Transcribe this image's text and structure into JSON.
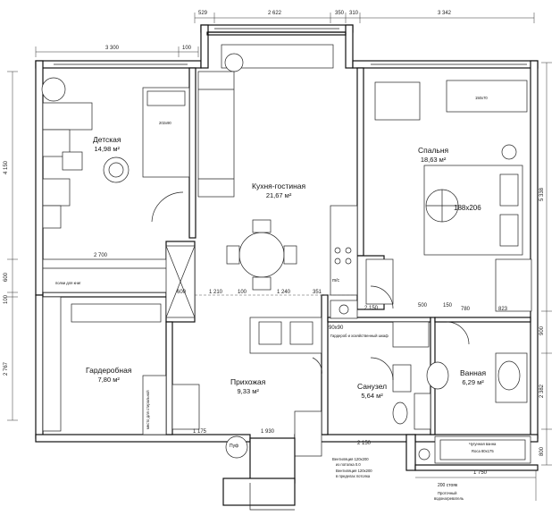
{
  "rooms": {
    "kids": {
      "name": "Детская",
      "area": "14,98 м²"
    },
    "kitchen": {
      "name": "Кухня-гостиная",
      "area": "21,67 м²"
    },
    "bedroom": {
      "name": "Спальня",
      "area": "18,63 м²"
    },
    "wardrobe": {
      "name": "Гардеробная",
      "area": "7,80 м²"
    },
    "hall": {
      "name": "Прихожая",
      "area": "9,33 м²"
    },
    "wc": {
      "name": "Санузел",
      "area": "5,64 м²"
    },
    "bath": {
      "name": "Ванная",
      "area": "6,29 м²"
    }
  },
  "dims_top": {
    "d529": "529",
    "d2622": "2 622",
    "d350": "350",
    "d310": "310",
    "d3342": "3 342",
    "d3300": "3 300",
    "d100": "100"
  },
  "dims_left": {
    "d4150": "4 150",
    "d600": "600",
    "d100l": "100",
    "d2767": "2 767"
  },
  "dims_right": {
    "d5338": "5 338",
    "d900": "900",
    "d2382": "2 382",
    "d800": "800"
  },
  "dims_mid": {
    "d2700": "2 700",
    "d600b": "600",
    "d1210": "1 210",
    "d100b": "100",
    "d1240": "1 240",
    "d351": "351",
    "d2150": "2 150",
    "d500": "500",
    "d150": "150",
    "d780": "780",
    "d823": "823",
    "d1930": "1 930",
    "d1175": "1 175",
    "d2150b": "2 150",
    "d1750": "1 750",
    "d90x90": "90x90"
  },
  "labels": {
    "bed_kids": "202x90",
    "bed_main": "188x206",
    "desk": "150x70",
    "shelves": "полки для книг",
    "pouf": "Пуф",
    "mc": "m/c",
    "bathtub1": "Чугунная ванна",
    "bathtub2": "Roca 80x175",
    "riser_h": "200 стояк",
    "riser1": "Проточный",
    "riser2": "водонагреватель",
    "vent1": "Вентиляция 120x200",
    "vent2": "из потолка 0.0",
    "vent3": "Вентиляция 120x200",
    "vent4": "в пределах потолка",
    "wardrobe_note": "место для стиральной",
    "washer_note": "Гардероб и хозяйственный шкаф"
  }
}
